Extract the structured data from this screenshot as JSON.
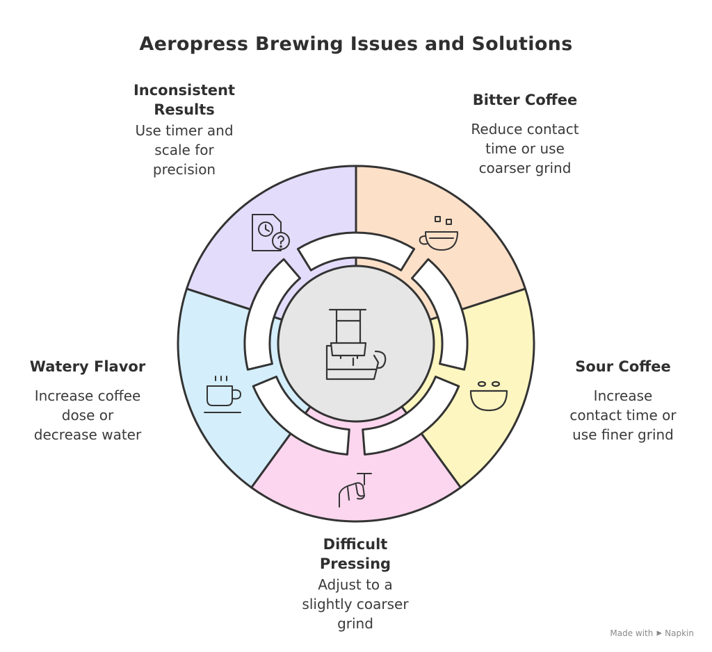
{
  "title": "Aeropress Brewing Issues and Solutions",
  "segments": [
    {
      "heading": "Inconsistent Results",
      "heading_lines": [
        "Inconsistent",
        "Results"
      ],
      "desc_lines": [
        "Use timer and",
        "scale for",
        "precision"
      ],
      "color": "#e3dcfb",
      "icon": "clock-question-icon"
    },
    {
      "heading": "Bitter Coffee",
      "heading_lines": [
        "Bitter Coffee"
      ],
      "desc_lines": [
        "Reduce contact",
        "time or use",
        "coarser grind"
      ],
      "color": "#fde0c8",
      "icon": "coffee-cup-icon"
    },
    {
      "heading": "Sour Coffee",
      "heading_lines": [
        "Sour Coffee"
      ],
      "desc_lines": [
        "Increase",
        "contact time or",
        "use finer grind"
      ],
      "color": "#fdf6c0",
      "icon": "sour-face-icon"
    },
    {
      "heading": "Difficult Pressing",
      "heading_lines": [
        "Difficult",
        "Pressing"
      ],
      "desc_lines": [
        "Adjust to a",
        "slightly coarser",
        "grind"
      ],
      "color": "#fbd6ee",
      "icon": "hand-press-icon"
    },
    {
      "heading": "Watery Flavor",
      "heading_lines": [
        "Watery Flavor"
      ],
      "desc_lines": [
        "Increase coffee",
        "dose or",
        "decrease water"
      ],
      "color": "#d4eefb",
      "icon": "steaming-cup-icon"
    }
  ],
  "center_icon": "aeropress-icon",
  "hub_color": "#e6e6e6",
  "stroke_color": "#333333",
  "footer": {
    "prefix": "Made with",
    "brand": "Napkin"
  }
}
